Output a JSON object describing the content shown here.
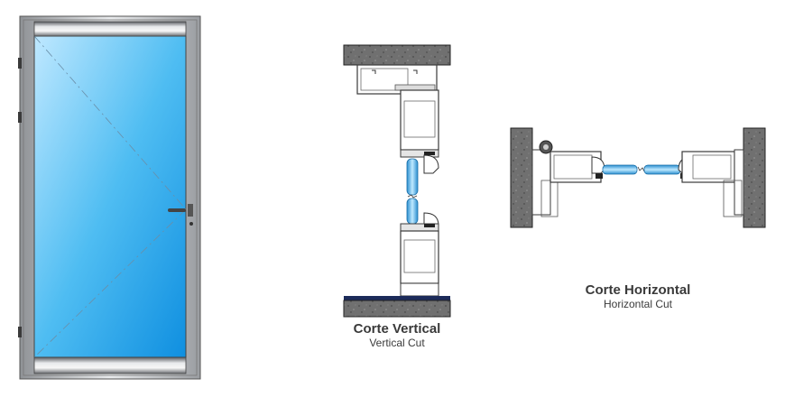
{
  "vertical_cut": {
    "title": "Corte Vertical",
    "subtitle": "Vertical Cut"
  },
  "horizontal_cut": {
    "title": "Corte Horizontal",
    "subtitle": "Horizontal Cut"
  },
  "colors": {
    "glass_light": "#dff4ff",
    "glass_dark": "#1e9be6",
    "frame": "#b9bcc0",
    "concrete": "#6f6f6f",
    "floor": "#1c2b5a"
  }
}
